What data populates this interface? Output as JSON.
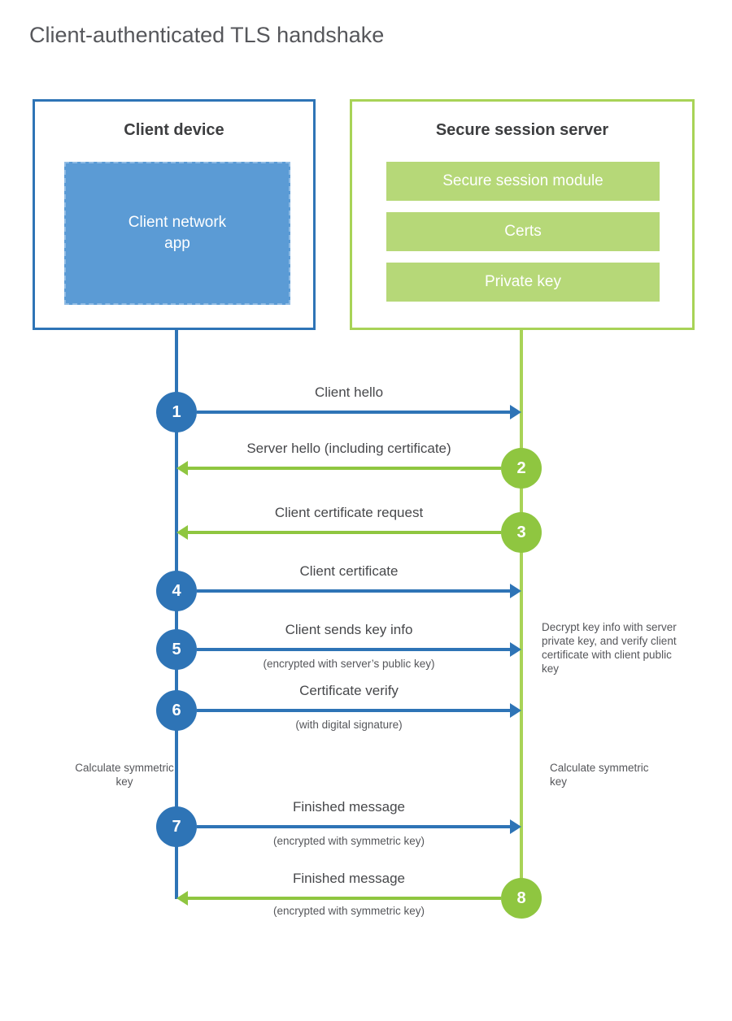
{
  "title": "Client-authenticated TLS handshake",
  "client": {
    "title": "Client device",
    "app": "Client network app"
  },
  "server": {
    "title": "Secure session server",
    "modules": [
      "Secure session module",
      "Certs",
      "Private key"
    ]
  },
  "steps": [
    {
      "num": "1",
      "label": "Client hello",
      "direction": "right"
    },
    {
      "num": "2",
      "label": "Server hello (including certificate)",
      "direction": "left"
    },
    {
      "num": "3",
      "label": "Client certificate request",
      "direction": "left"
    },
    {
      "num": "4",
      "label": "Client certificate",
      "direction": "right"
    },
    {
      "num": "5",
      "label": "Client sends key info",
      "sub": "(encrypted with server’s public key)",
      "direction": "right"
    },
    {
      "num": "6",
      "label": "Certificate verify",
      "sub": "(with digital signature)",
      "direction": "right"
    },
    {
      "num": "7",
      "label": "Finished message",
      "sub": "(encrypted with symmetric key)",
      "direction": "right"
    },
    {
      "num": "8",
      "label": "Finished message",
      "sub": "(encrypted with symmetric key)",
      "direction": "left"
    }
  ],
  "annotations": {
    "decrypt_note": "Decrypt key info with server private key, and verify client certificate with client public key",
    "calc_left": "Calculate symmetric key",
    "calc_right": "Calculate symmetric key"
  },
  "colors": {
    "blue": "#2e74b6",
    "light_blue": "#5b9bd5",
    "green_line": "#a8d357",
    "green_bar": "#b6d878",
    "green_circle": "#8fc640"
  }
}
